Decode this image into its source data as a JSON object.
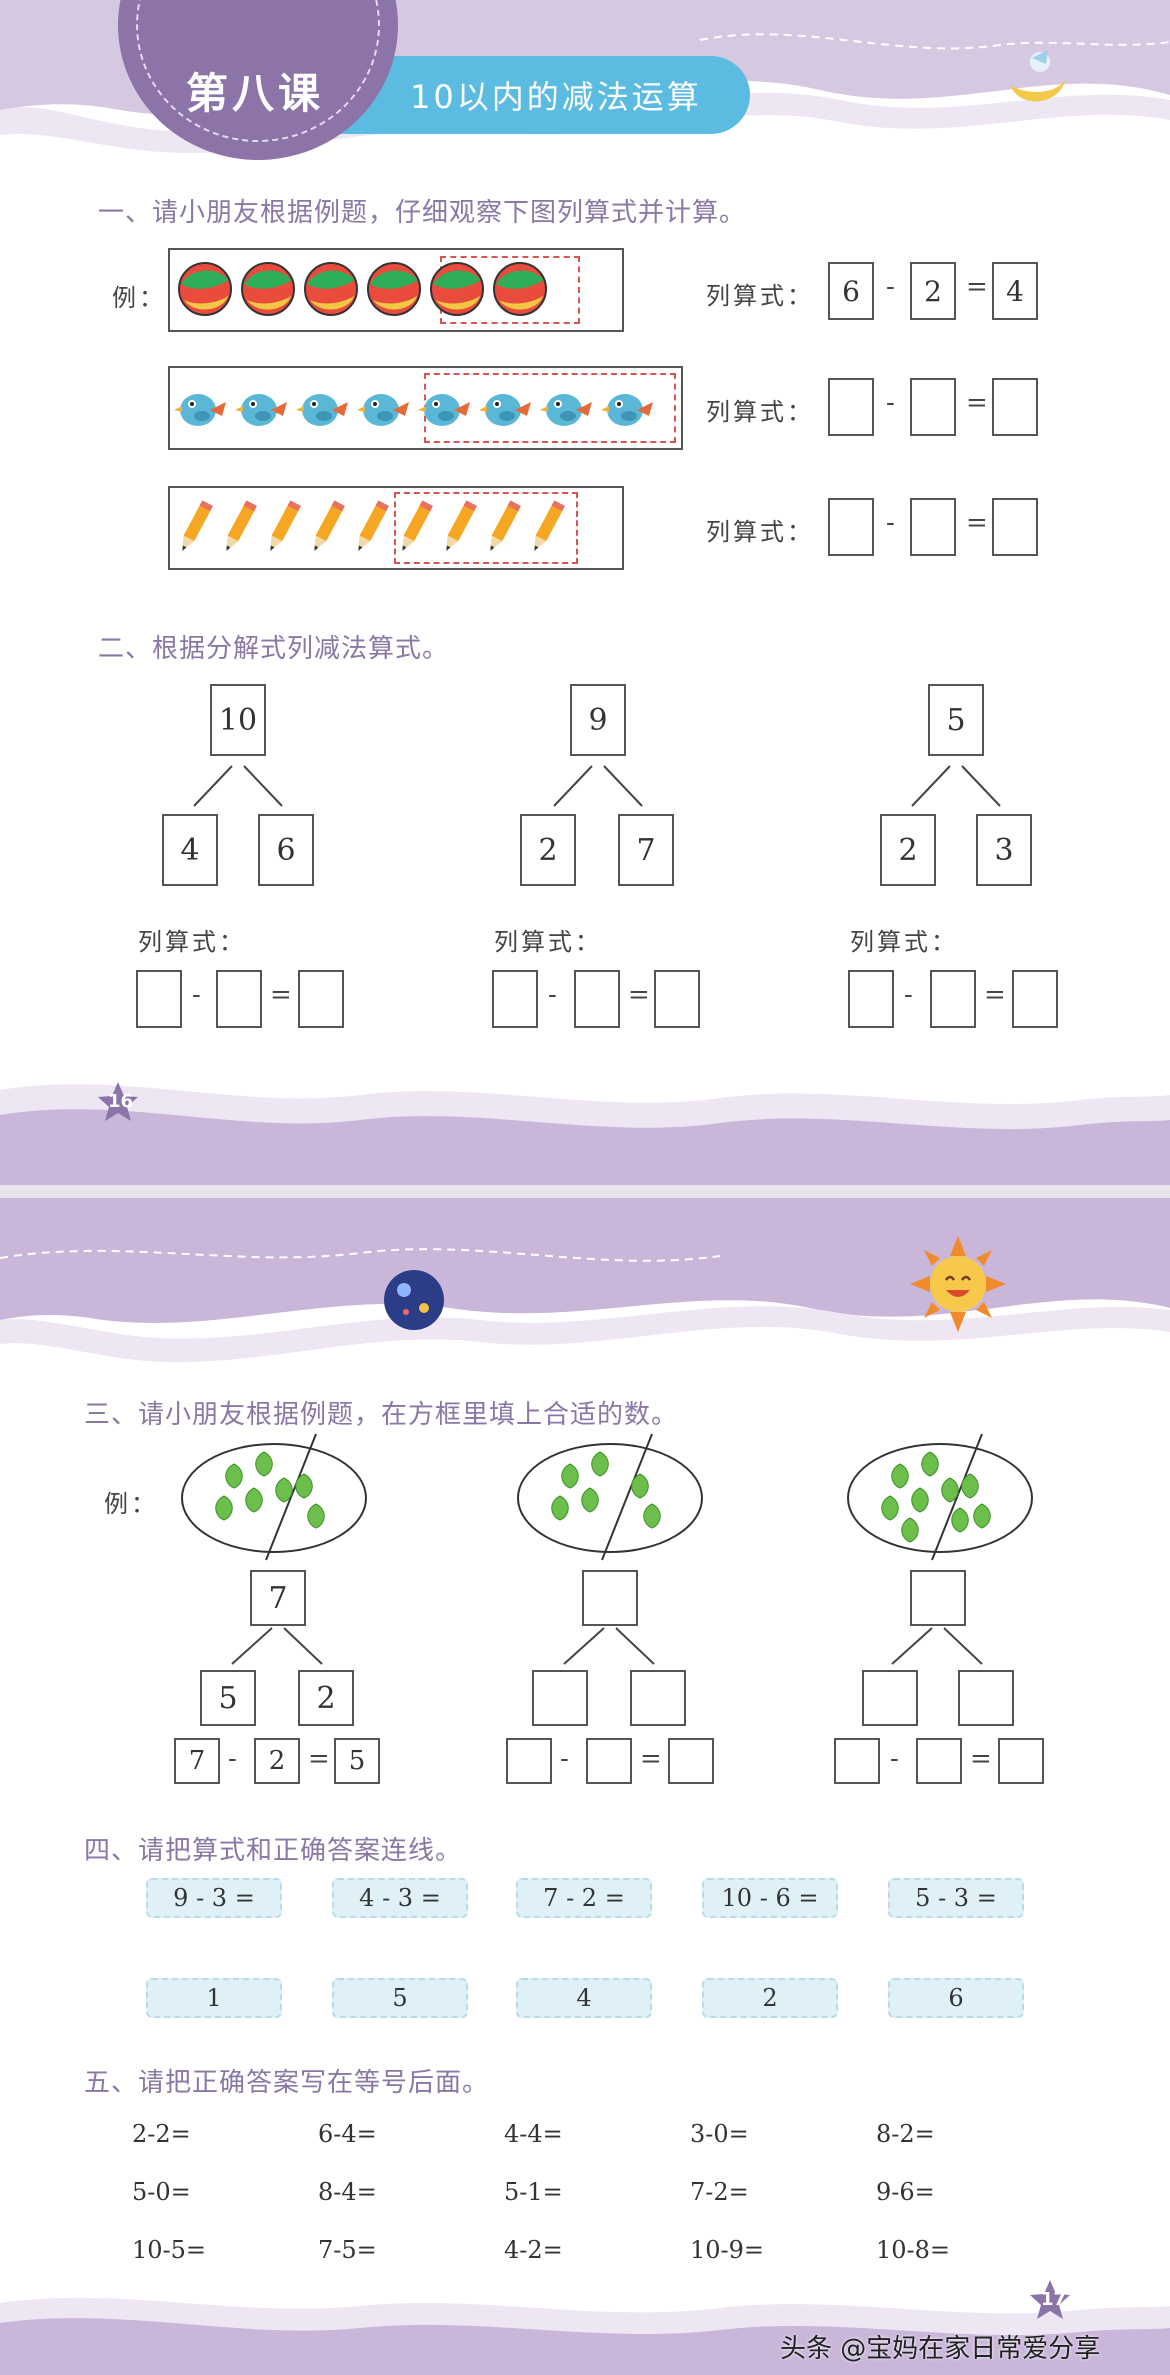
{
  "header": {
    "lesson": "第八课",
    "title": "10以内的减法运算"
  },
  "section1": {
    "heading": "一、请小朋友根据例题，仔细观察下图列算式并计算。",
    "example_label": "例：",
    "formula_label": "列算式：",
    "example": {
      "a": "6",
      "b": "2",
      "c": "4"
    },
    "rows": [
      {
        "item": "ball-icon",
        "count": 6,
        "circled": 2
      },
      {
        "item": "bird-icon",
        "count": 8,
        "circled": 4
      },
      {
        "item": "pencil-icon",
        "count": 9,
        "circled": 4
      }
    ]
  },
  "section2": {
    "heading": "二、根据分解式列减法算式。",
    "formula_label": "列算式：",
    "trees": [
      {
        "top": "10",
        "left": "4",
        "right": "6"
      },
      {
        "top": "9",
        "left": "2",
        "right": "7"
      },
      {
        "top": "5",
        "left": "2",
        "right": "3"
      }
    ]
  },
  "page1_number": "16",
  "section3": {
    "heading": "三、请小朋友根据例题，在方框里填上合适的数。",
    "example_label": "例：",
    "example": {
      "top": "7",
      "left": "5",
      "right": "2",
      "a": "7",
      "b": "2",
      "c": "5"
    },
    "leaf_groups": [
      {
        "left_leaves": 5,
        "right_leaves": 2
      },
      {
        "left_leaves": 4,
        "right_leaves": 2
      },
      {
        "left_leaves": 6,
        "right_leaves": 3
      }
    ]
  },
  "section4": {
    "heading": "四、请把算式和正确答案连线。",
    "expressions": [
      "9 - 3 =",
      "4 - 3 =",
      "7 - 2 =",
      "10 - 6 =",
      "5 - 3 ="
    ],
    "answers": [
      "1",
      "5",
      "4",
      "2",
      "6"
    ]
  },
  "section5": {
    "heading": "五、请把正确答案写在等号后面。",
    "rows": [
      [
        "2-2=",
        "6-4=",
        "4-4=",
        "3-0=",
        "8-2="
      ],
      [
        "5-0=",
        "8-4=",
        "5-1=",
        "7-2=",
        "9-6="
      ],
      [
        "10-5=",
        "7-5=",
        "4-2=",
        "10-9=",
        "10-8="
      ]
    ]
  },
  "page2_number": "17",
  "watermark": "头条 @宝妈在家日常爱分享",
  "colors": {
    "purple": "#c9b6d9",
    "deep_purple": "#8c73a8",
    "blue_banner": "#5bbbe0",
    "heading": "#8a77a6"
  }
}
